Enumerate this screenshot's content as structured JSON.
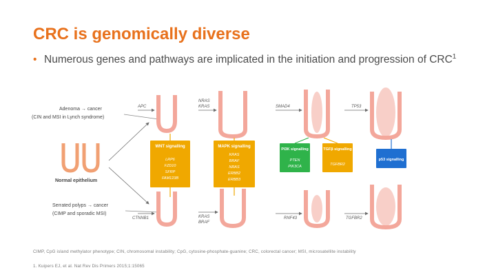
{
  "slide": {
    "title": "CRC is genomically diverse",
    "bullet_main": "Numerous genes and pathways are implicated in the initiation and progression of CRC",
    "bullet_sup": "1",
    "abbreviations": "CIMP, CpG island methylator phenotype; CIN, chromosomal instability; CpG, cytosine-phosphate-guanine; CRC, colorectal cancer; MSI, microsatellite instability",
    "reference": "1. Kuipers EJ, et al. Nat Rev Dis Primers 2015;1:15065"
  },
  "diagram": {
    "stages": {
      "adenoma_line1": "Adenoma → cancer",
      "adenoma_line2": "(CIN and MSI in Lynch syndrome)",
      "normal": "Normal epithelium",
      "serrated_line1": "Serrated polyps → cancer",
      "serrated_line2": "(CIMP and sporadic MSI)"
    },
    "top_genes": {
      "apc": "APC",
      "kras_nras_1": "NRAS",
      "kras_nras_2": "KRAS",
      "smad4": "SMAD4",
      "tp53": "TP53"
    },
    "bottom_genes": {
      "ctnnb1": "CTNNB1",
      "kras_2": "KRAS",
      "braf": "BRAF",
      "rnf43": "RNF43",
      "tgfbr2": "TGFBR2"
    },
    "pathways": {
      "wnt": {
        "title": "WNT signalling",
        "genes": [
          "LRP6",
          "FZD10",
          "SFRP",
          "FAM123B"
        ],
        "color": "#f0a800"
      },
      "mapk": {
        "title": "MAPK signalling",
        "genes": [
          "KRAS",
          "BRAF",
          "NRAS",
          "ERBB2",
          "ERBB3"
        ],
        "color": "#f0a800"
      },
      "pi3k": {
        "title": "PI3K signalling",
        "genes": [
          "PTEN",
          "PIK3CA"
        ],
        "color": "#2fb34a"
      },
      "tgfb": {
        "title": "TGFβ signalling",
        "genes": [
          "TGFBR2"
        ],
        "color": "#f0a800"
      },
      "p53": {
        "title": "p53 signalling",
        "genes": [],
        "color": "#1f6fd1"
      }
    },
    "colors": {
      "crypt": "#f3a79b",
      "crypt_stroke": "#e07a6c",
      "arrow": "#6d6d6d",
      "accent": "#e8711c"
    }
  }
}
